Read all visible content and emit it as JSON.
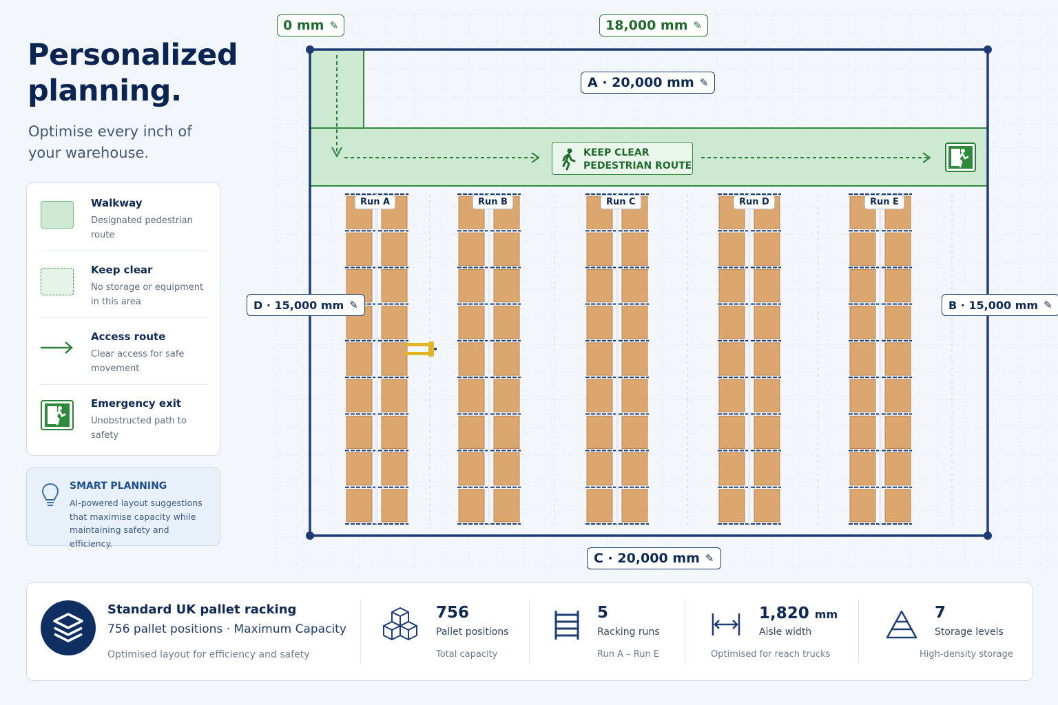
{
  "hero": {
    "title_line1": "Personalized",
    "title_line2": "planning.",
    "subtitle": "Optimise every inch of your warehouse."
  },
  "legend": {
    "items": [
      {
        "title": "Walkway",
        "desc": "Designated pedestrian route",
        "icon": "walkway-swatch"
      },
      {
        "title": "Keep clear",
        "desc": "No storage or equipment in this area",
        "icon": "keep-clear-swatch"
      },
      {
        "title": "Access route",
        "desc": "Clear access for safe movement",
        "icon": "arrow-right-icon"
      },
      {
        "title": "Emergency exit",
        "desc": "Unobstructed path to safety",
        "icon": "emergency-exit-icon"
      }
    ]
  },
  "smart_planning": {
    "title": "SMART PLANNING",
    "text": "AI-powered layout suggestions that maximise capacity while maintaining safety and efficiency.",
    "icon": "lightbulb-icon"
  },
  "plan": {
    "origin_label": "0 mm",
    "offset_label": "18,000 mm",
    "side_a": "A · 20,000 mm",
    "side_b": "B · 15,000 mm",
    "side_c": "C · 20,000 mm",
    "side_d": "D · 15,000 mm",
    "walkway_label_line1": "KEEP CLEAR",
    "walkway_label_line2": "PEDESTRIAN ROUTE",
    "runs": [
      "Run A",
      "Run B",
      "Run C",
      "Run D",
      "Run E"
    ],
    "pallets_per_column": 9
  },
  "summary": {
    "title": "Standard UK pallet racking",
    "line": "756 pallet positions · Maximum Capacity",
    "note": "Optimised layout for efficiency and safety",
    "stats": [
      {
        "value": "756",
        "unit": "",
        "label": "Pallet positions",
        "sub": "Total capacity",
        "icon": "boxes-icon"
      },
      {
        "value": "5",
        "unit": "",
        "label": "Racking runs",
        "sub": "Run A – Run E",
        "icon": "rack-icon"
      },
      {
        "value": "1,820",
        "unit": "mm",
        "label": "Aisle width",
        "sub": "Optimised for reach trucks",
        "icon": "width-arrows-icon"
      },
      {
        "value": "7",
        "unit": "",
        "label": "Storage levels",
        "sub": "High-density storage",
        "icon": "pyramid-icon"
      }
    ]
  },
  "colors": {
    "navy": "#1d3c74",
    "walkway_fill": "#cde9d2",
    "walkway_stroke": "#2f8a3d",
    "pallet": "#dca66f",
    "pallet_edge": "#b98450"
  }
}
